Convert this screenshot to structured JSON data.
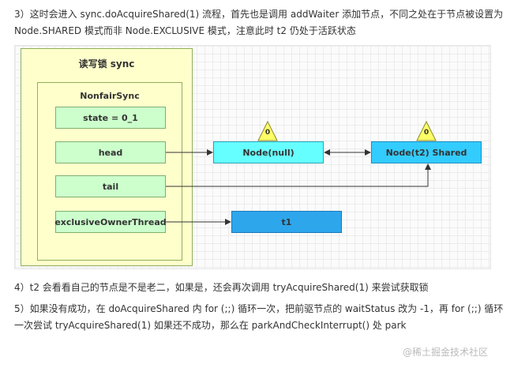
{
  "paragraphs": {
    "p1": "3）这时会进入 sync.doAcquireShared(1) 流程，首先也是调用 addWaiter 添加节点，不同之处在于节点被设置为 Node.SHARED 模式而非 Node.EXCLUSIVE 模式，注意此时 t2 仍处于活跃状态",
    "p2": "4）t2 会看看自己的节点是不是老二，如果是，还会再次调用 tryAcquireShared(1) 来尝试获取锁",
    "p3": "5）如果没有成功，在 doAcquireShared 内 for (;;) 循环一次，把前驱节点的 waitStatus 改为 -1，再 for (;;) 循环一次尝试 tryAcquireShared(1) 如果还不成功，那么在 parkAndCheckInterrupt() 处 park"
  },
  "diagram": {
    "outer_title": "读写锁 sync",
    "inner_title": "NonfairSync",
    "fields": {
      "state": "state = 0_1",
      "head": "head",
      "tail": "tail",
      "owner": "exclusiveOwnerThread"
    },
    "nodes": {
      "node_null": "Node(null)",
      "node_t2": "Node(t2) Shared",
      "t1": "t1"
    },
    "wait_status": {
      "node_null": "0",
      "node_t2": "0"
    },
    "colors": {
      "container_fill": "#ffffcc",
      "container_border": "#8fb05a",
      "field_fill": "#ccffcc",
      "node_fill": "#66ffff",
      "node_t2_fill": "#33ccff",
      "t1_fill": "#2ea6ec",
      "status_triangle": "#ffff66"
    }
  },
  "watermark": "@稀土掘金技术社区"
}
